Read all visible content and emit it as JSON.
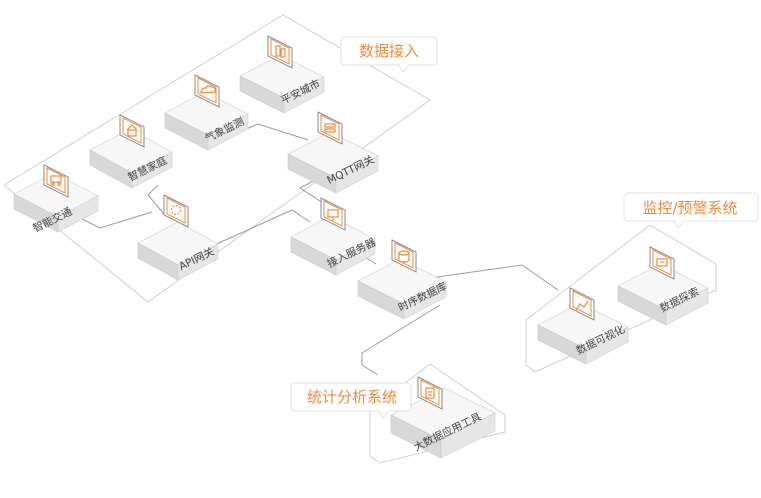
{
  "callouts": {
    "data_access": "数据接入",
    "monitoring": "监控/预警系统",
    "statistics": "统计分析系统"
  },
  "nodes": {
    "smart_traffic": "智能交通",
    "smart_home": "智慧家庭",
    "weather": "气象监测",
    "safe_city": "平安城市",
    "api_gateway": "API网关",
    "mqtt_gateway": "MQTT网关",
    "access_server": "接入服务器",
    "tsdb": "时序数据库",
    "visualization": "数据可视化",
    "data_explore": "数据探索",
    "bigdata_tools": "大数据应用工具"
  },
  "colors": {
    "accent": "#f08a3c",
    "plate_border": "#cfcfcf",
    "connector": "#9a9a9a"
  },
  "icons": {
    "smart_traffic": "car-icon",
    "smart_home": "house-icon",
    "weather": "cloud-icon",
    "safe_city": "building-icon",
    "api_gateway": "gear-icon",
    "mqtt_gateway": "stack-icon",
    "access_server": "server-icon",
    "tsdb": "database-icon",
    "visualization": "chart-icon",
    "data_explore": "search-chart-icon",
    "bigdata_tools": "document-icon"
  }
}
